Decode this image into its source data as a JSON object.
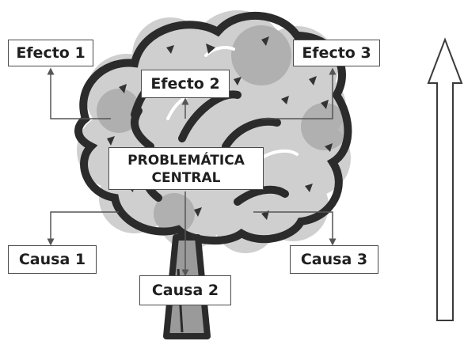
{
  "diagram": {
    "effects": [
      {
        "label": "Efecto 1"
      },
      {
        "label": "Efecto 2"
      },
      {
        "label": "Efecto 3"
      }
    ],
    "central_problem": {
      "line1": "PROBLEMÁTICA",
      "line2": "CENTRAL"
    },
    "causes": [
      {
        "label": "Causa 1"
      },
      {
        "label": "Causa 2"
      },
      {
        "label": "Causa 3"
      }
    ]
  },
  "colors": {
    "outline": "#2b2b2b",
    "crown_fill": "#9a9a9a",
    "crown_light": "#cfcfcf",
    "box_border": "#4a4a4a",
    "connector": "#555555",
    "text": "#1f1f1f"
  }
}
